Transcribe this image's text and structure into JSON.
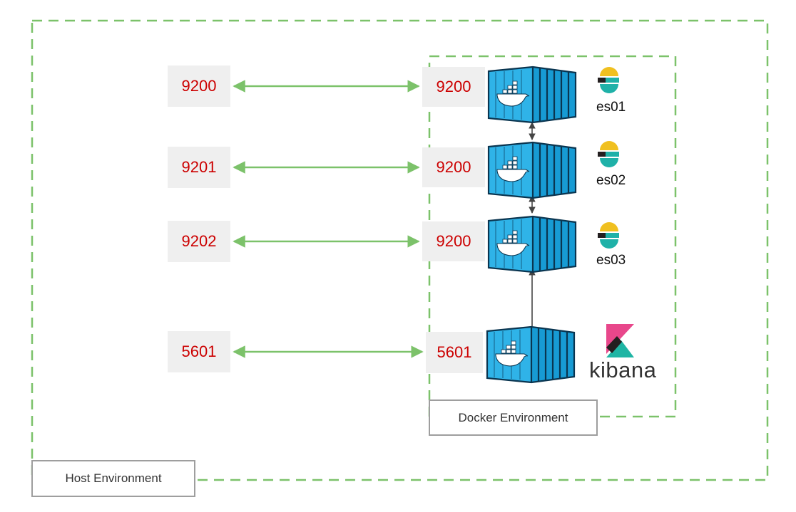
{
  "host_environment": {
    "label": "Host Environment",
    "ports": [
      "9200",
      "9201",
      "9202",
      "5601"
    ]
  },
  "docker_environment": {
    "label": "Docker Environment",
    "containers": [
      {
        "name": "es01",
        "port": "9200",
        "logo": "elasticsearch-logo-icon"
      },
      {
        "name": "es02",
        "port": "9200",
        "logo": "elasticsearch-logo-icon"
      },
      {
        "name": "es03",
        "port": "9200",
        "logo": "elasticsearch-logo-icon"
      },
      {
        "name": "kibana",
        "port": "5601",
        "logo": "kibana-logo-icon"
      }
    ]
  },
  "icons": {
    "container": "docker-container-icon",
    "mapping": "bidirectional-arrow-icon"
  },
  "colors": {
    "boundary": "#7cc26a",
    "mapping_arrow": "#7cc26a",
    "port_text": "#cc0000",
    "port_bg": "#efefef",
    "container_blue": "#2fb3e8",
    "elastic_yellow": "#f0c020",
    "elastic_teal": "#1fb1a8",
    "kibana_pink": "#e8478b",
    "kibana_teal": "#1fb5a4"
  }
}
